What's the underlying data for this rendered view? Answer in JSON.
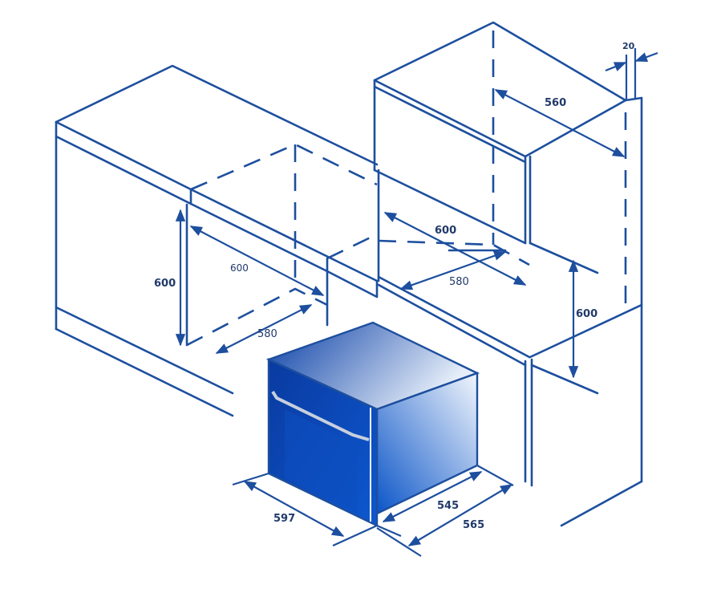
{
  "colors": {
    "line": "#1d4f9e",
    "oven_dark": "#0a3fa6",
    "oven_light": "#e6eef9"
  },
  "dimensions": {
    "niche_left_height": "600",
    "niche_left_width": "600",
    "niche_left_depth": "580",
    "tall_niche_width": "600",
    "tall_niche_depth": "580",
    "tall_niche_height": "600",
    "tall_cabinet_depth": "560",
    "panel_gap": "20",
    "oven_width": "597",
    "oven_depth": "545",
    "oven_total_depth": "565"
  }
}
